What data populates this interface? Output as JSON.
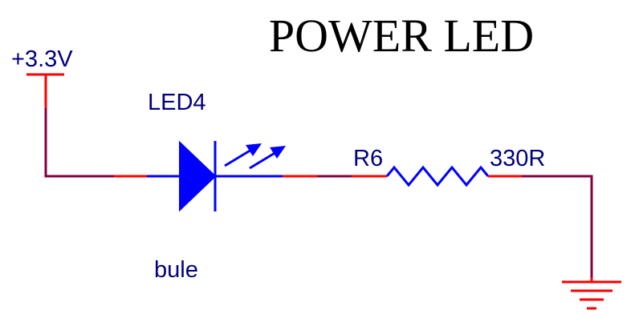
{
  "title": "POWER LED",
  "power": {
    "label": "+3.3V"
  },
  "led": {
    "designator": "LED4",
    "value": "bule"
  },
  "resistor": {
    "designator": "R6",
    "value": "330R"
  },
  "colors": {
    "wire": "#800040",
    "pin": "#ff0000",
    "component": "#0000ff",
    "label": "#000080",
    "title": "#000000"
  }
}
